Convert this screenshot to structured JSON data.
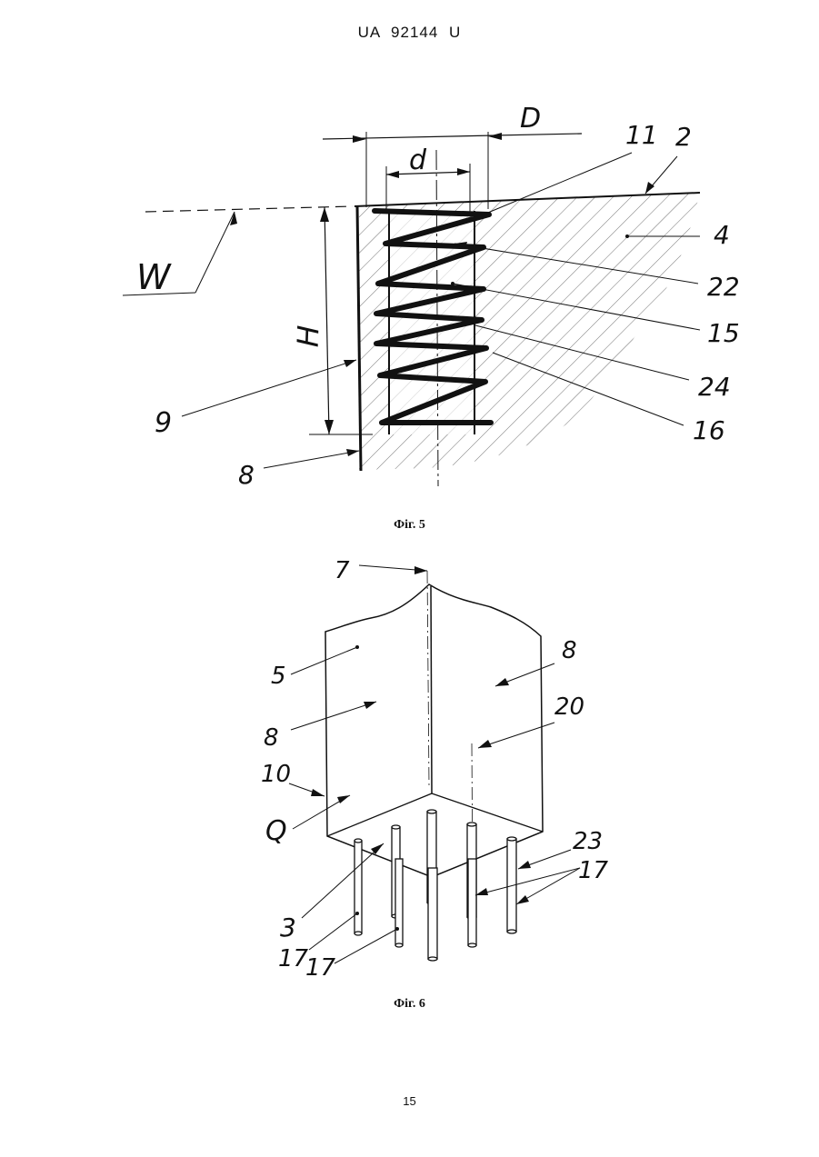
{
  "header": "UA 92144 U",
  "page_number": "15",
  "figure5": {
    "caption": "Фіг. 5",
    "labels": {
      "D": "D",
      "d": "d",
      "n11": "11",
      "n2": "2",
      "n4": "4",
      "W": "W",
      "n22": "22",
      "n15": "15",
      "H": "H",
      "n24": "24",
      "n9": "9",
      "n16": "16",
      "n8": "8"
    }
  },
  "figure6": {
    "caption": "Фіг. 6",
    "labels": {
      "n7": "7",
      "n8_top": "8",
      "n5": "5",
      "n20": "20",
      "n8": "8",
      "n10": "10",
      "Q": "Q",
      "n23": "23",
      "n17_right": "17",
      "n3": "3",
      "n17_a": "17",
      "n17_b": "17"
    }
  }
}
